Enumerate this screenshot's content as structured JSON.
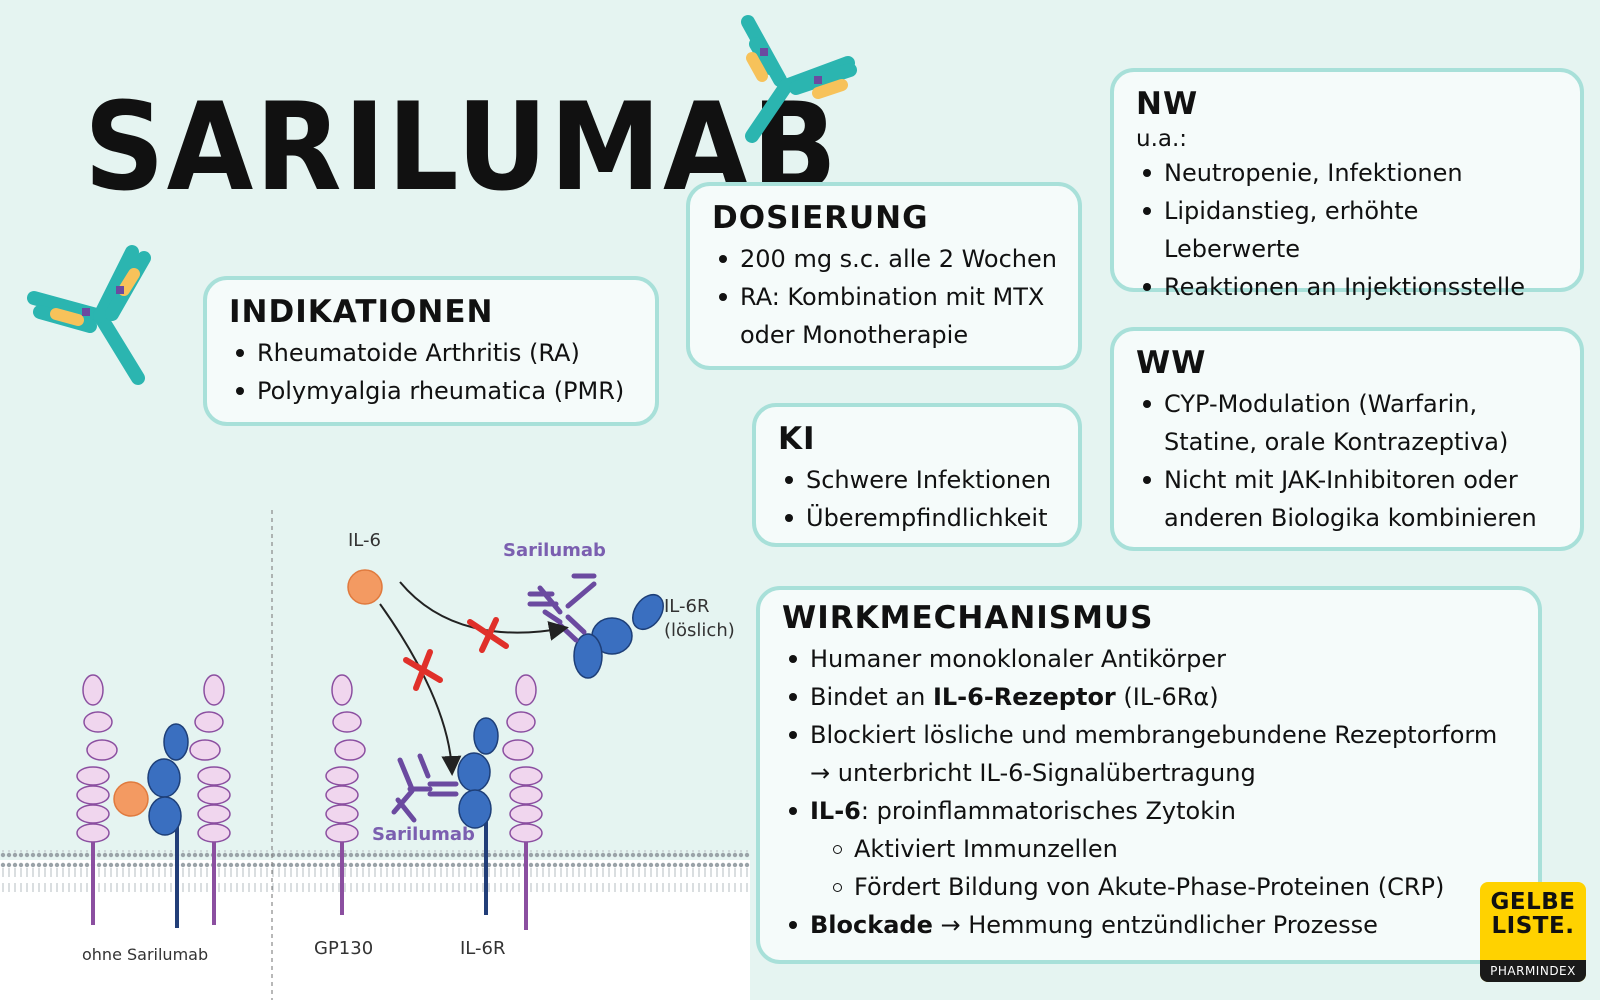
{
  "title": "SARILUMAB",
  "indikationen": {
    "heading": "INDIKATIONEN",
    "items": [
      "Rheumatoide Arthritis (RA)",
      "Polymyalgia rheumatica (PMR)"
    ]
  },
  "dosierung": {
    "heading": "DOSIERUNG",
    "item1": "200 mg s.c. alle 2 Wochen",
    "item2_line1": "RA: Kombination mit MTX",
    "item2_line2": "oder Monotherapie"
  },
  "nw": {
    "heading": "NW",
    "prefix": "u.a.:",
    "items": [
      "Neutropenie, Infektionen",
      "Lipidanstieg, erhöhte Leberwerte",
      "Reaktionen an Injektionsstelle"
    ]
  },
  "ki": {
    "heading": "KI",
    "items": [
      "Schwere Infektionen",
      "Überempfindlichkeit"
    ]
  },
  "ww": {
    "heading": "WW",
    "item1_line1": "CYP-Modulation (Warfarin,",
    "item1_line2": "Statine, orale Kontrazeptiva)",
    "item2_line1": "Nicht mit JAK-Inhibitoren oder",
    "item2_line2": "anderen Biologika kombinieren"
  },
  "wirkmechanismus": {
    "heading": "WIRKMECHANISMUS",
    "item1": "Humaner monoklonaler Antikörper",
    "item2_pre": "Bindet an ",
    "item2_bold": "IL-6-Rezeptor",
    "item2_post": " (IL-6Rα)",
    "item3_line1": "Blockiert lösliche und membrangebundene Rezeptorform",
    "item3_line2": "→ unterbricht IL-6-Signalübertragung",
    "item4_bold": "IL-6",
    "item4_post": ": proinflammatorisches Zytokin",
    "sub1": "Aktiviert Immunzellen",
    "sub2": "Fördert Bildung von Akute-Phase-Proteinen (CRP)",
    "item5_bold": "Blockade",
    "item5_post": " → Hemmung entzündlicher Prozesse"
  },
  "diagram": {
    "label_il6": "IL-6",
    "label_sarilumab_top": "Sarilumab",
    "label_il6r_soluble_1": "IL-6R",
    "label_il6r_soluble_2": "(löslich)",
    "label_sarilumab_bottom": "Sarilumab",
    "label_ohne": "ohne Sarilumab",
    "label_gp130": "GP130",
    "label_il6r": "IL-6R"
  },
  "logo": {
    "line1": "GELBE",
    "line2": "LISTE.",
    "line3": "PHARMINDEX"
  },
  "colors": {
    "background": "#e5f4f1",
    "card_border": "#a8e0d9",
    "antibody_teal": "#2bb5b0",
    "antibody_yellow": "#f7c25a",
    "antibody_purple": "#6b4aa0",
    "receptor_blue": "#3a6fc0",
    "gp130_pink": "#f0d6ee",
    "il6_orange": "#f39a62",
    "block_red": "#e0302a",
    "logo_yellow": "#ffd200"
  },
  "icons": [
    "antibody-icon-top",
    "antibody-icon-left"
  ]
}
